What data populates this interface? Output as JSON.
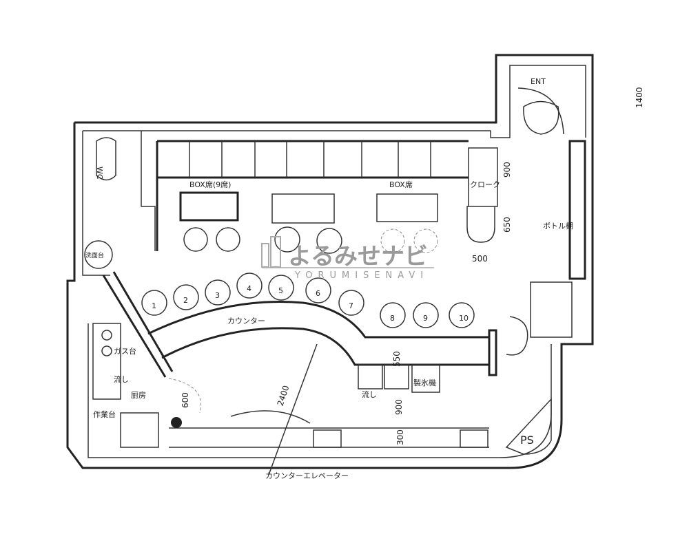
{
  "labels": {
    "wc": "WC",
    "box_left": "BOX席(9席)",
    "box_right": "BOX席",
    "counter": "カウンター",
    "gas": "ガス台",
    "sink1": "流し",
    "kitchen": "厨房",
    "worktable": "作業台",
    "sink2": "流し",
    "ice": "製氷機",
    "cloak": "クローク",
    "bottle": "ボトル棚",
    "ent": "ENT",
    "ps": "PS",
    "washbasin": "洗面台",
    "bottom_note": "カウンターエレベーター"
  },
  "dimensions": {
    "d1400": "1400",
    "d900a": "900",
    "d650": "650",
    "d500": "500",
    "d2400": "2400",
    "d550": "550",
    "d600": "600",
    "d900b": "900",
    "d300": "300"
  },
  "stools": [
    "1",
    "2",
    "3",
    "4",
    "5",
    "6",
    "7",
    "8",
    "9",
    "10"
  ],
  "watermark": {
    "title": "よるみせナビ",
    "subtitle": "YORUMISENAVI"
  }
}
